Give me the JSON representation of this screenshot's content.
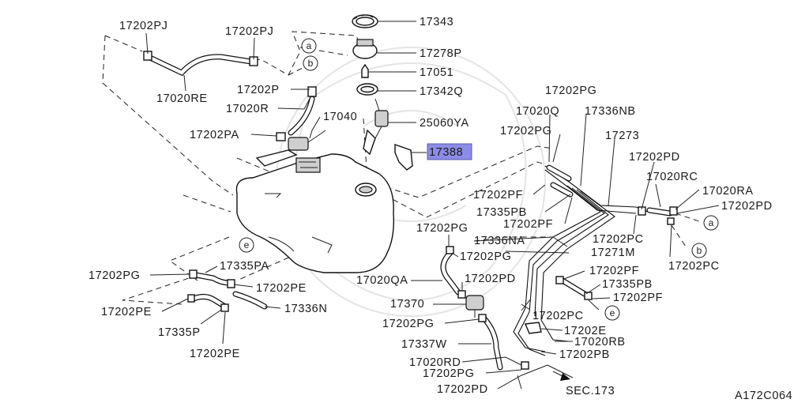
{
  "diagram_code": "A172C064",
  "highlight_color": "#8c8ce6",
  "labels": {
    "p17343": "17343",
    "p17278P": "17278P",
    "p17051": "17051",
    "p17342Q": "17342Q",
    "p25060YA": "25060YA",
    "p17388": "17388",
    "p17040": "17040",
    "p17202PJ_a": "17202PJ",
    "p17202PJ_b": "17202PJ",
    "p17020RE": "17020RE",
    "p17202P": "17202P",
    "p17020R": "17020R",
    "p17202PA": "17202PA",
    "p17202PG_top": "17202PG",
    "p17020Q": "17020Q",
    "p17336NB": "17336NB",
    "p17202PG_mid": "17202PG",
    "p17273": "17273",
    "p17202PD_r1": "17202PD",
    "p17020RC": "17020RC",
    "p17020RA": "17020RA",
    "p17202PD_r2": "17202PD",
    "p17202PF_1": "17202PF",
    "p17335PB_1": "17335PB",
    "p17202PF_2": "17202PF",
    "p17202PC_1": "17202PC",
    "p17202PC_2": "17202PC",
    "p17336NA": "17336NA",
    "p17271M": "17271M",
    "p17202PG_l": "17202PG",
    "p17202PG_c": "17202PG",
    "p17020QA": "17020QA",
    "p17202PD_c": "17202PD",
    "p17202PF_3": "17202PF",
    "p17335PB_2": "17335PB",
    "p17202PF_4": "17202PF",
    "p17370": "17370",
    "p17202PC_3": "17202PC",
    "p17202PG_b": "17202PG",
    "p17202E": "17202E",
    "p17337W": "17337W",
    "p17020RB": "17020RB",
    "p17020RD": "17020RD",
    "p17202PB": "17202PB",
    "p17202PG_bb": "17202PG",
    "p17202PD_b": "17202PD",
    "sec173": "SEC.173",
    "p17202PG_left": "17202PG",
    "p17335PA": "17335PA",
    "p17202PE_1": "17202PE",
    "p17202PE_2": "17202PE",
    "p17336N": "17336N",
    "p17335P": "17335P",
    "p17202PE_3": "17202PE"
  },
  "markers": {
    "a1": "a",
    "b1": "b",
    "e1": "e",
    "e2": "e",
    "a2": "a",
    "b2": "b"
  }
}
